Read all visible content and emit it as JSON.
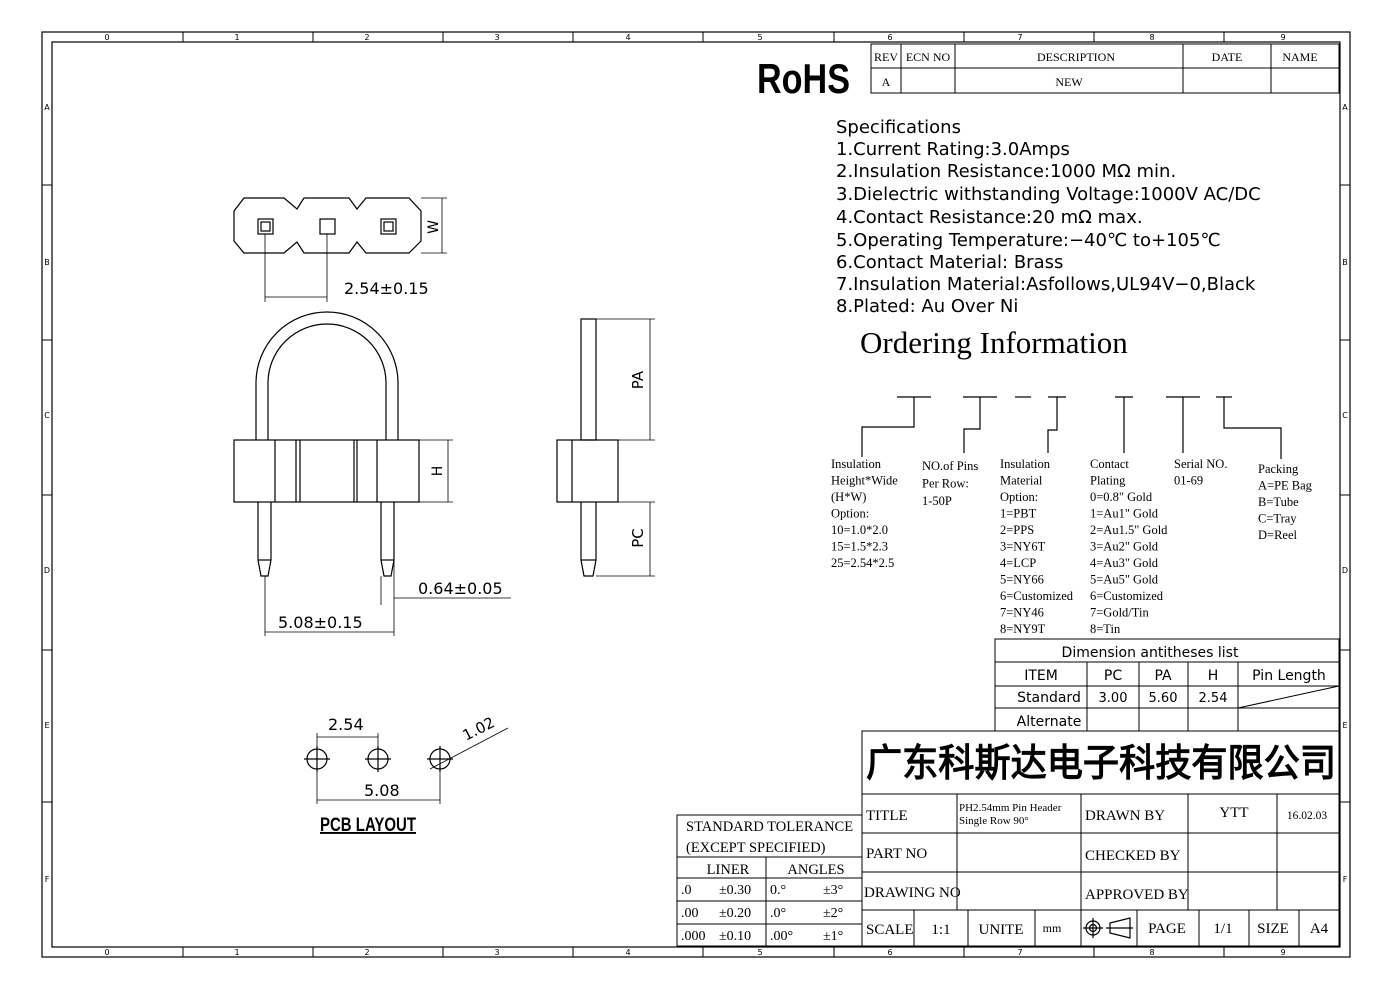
{
  "border": {
    "columns": [
      "0",
      "1",
      "2",
      "3",
      "4",
      "5",
      "6",
      "7",
      "8",
      "9"
    ],
    "rows": [
      "A",
      "B",
      "C",
      "D",
      "E",
      "F"
    ]
  },
  "rohs": "RoHS",
  "revision_table": {
    "headers": [
      "REV",
      "ECN NO",
      "DESCRIPTION",
      "DATE",
      "NAME"
    ],
    "row": [
      "A",
      "",
      "NEW",
      "",
      ""
    ]
  },
  "specifications": {
    "heading": "Specifications",
    "items": [
      "1.Current  Rating:3.0Amps",
      "2.Insulation  Resistance:1000  MΩ  min.",
      "3.Dielectric  withstanding  Voltage:1000V  AC/DC",
      "4.Contact  Resistance:20  mΩ  max.",
      "5.Operating  Temperature:−40℃  to+105℃",
      "6.Contact  Material:  Brass",
      "7.Insulation  Material:Asfollows,UL94V−0,Black",
      "8.Plated:  Au  Over  Ni"
    ]
  },
  "ordering": {
    "heading": "Ordering  Information",
    "groups": [
      {
        "lines": [
          "Insulation",
          "Height*Wide",
          "(H*W)",
          "Option:",
          "10=1.0*2.0",
          "15=1.5*2.3",
          "25=2.54*2.5"
        ]
      },
      {
        "lines": [
          "NO.of Pins",
          "Per Row:",
          "1-50P"
        ]
      },
      {
        "lines": [
          "Insulation",
          "Material",
          "Option:",
          "1=PBT",
          "2=PPS",
          "3=NY6T",
          "4=LCP",
          "5=NY66",
          "6=Customized",
          "7=NY46",
          "8=NY9T"
        ]
      },
      {
        "lines": [
          "Contact",
          "Plating",
          "0=0.8\" Gold",
          "1=Au1\" Gold",
          "2=Au1.5\" Gold",
          "3=Au2\" Gold",
          "4=Au3\" Gold",
          "5=Au5\" Gold",
          "6=Customized",
          "7=Gold/Tin",
          "8=Tin"
        ]
      },
      {
        "lines": [
          "Serial NO.",
          "01-69"
        ]
      },
      {
        "lines": [
          "Packing",
          "A=PE Bag",
          "B=Tube",
          "C=Tray",
          "D=Reel"
        ]
      }
    ]
  },
  "dimensions": {
    "top_pitch": "2.54±0.15",
    "top_w": "W",
    "front_h": "H",
    "front_pin": "0.64±0.05",
    "front_pitch": "5.08±0.15",
    "side_pa": "PA",
    "side_pc": "PC",
    "pcb_pitch1": "2.54",
    "pcb_pitch2": "5.08",
    "pcb_hole": "1.02",
    "pcb_title": "PCB LAYOUT"
  },
  "dim_list": {
    "title": "Dimension antitheses list",
    "headers": [
      "ITEM",
      "PC",
      "PA",
      "H",
      "Pin Length"
    ],
    "rows": [
      [
        "Standard",
        "3.00",
        "5.60",
        "2.54",
        ""
      ],
      [
        "Alternate",
        "",
        "",
        "",
        ""
      ]
    ]
  },
  "company": "广东科斯达电子科技有限公司",
  "tolerance": {
    "title1": "STANDARD  TOLERANCE",
    "title2": "(EXCEPT   SPECIFIED)",
    "liner": "LINER",
    "angles": "ANGLES",
    "rows": [
      [
        ".0",
        "±0.30",
        "0.°",
        "±3°"
      ],
      [
        ".00",
        "±0.20",
        ".0°",
        "±2°"
      ],
      [
        ".000",
        "±0.10",
        ".00°",
        "±1°"
      ]
    ]
  },
  "title_block": {
    "title_label": "TITLE",
    "title_value1": "PH2.54mm Pin Header",
    "title_value2": "Single Row 90°",
    "drawn_label": "DRAWN BY",
    "drawn_value": "YTT",
    "drawn_date": "16.02.03",
    "part_label": "PART NO",
    "checked_label": "CHECKED BY",
    "drawing_label": "DRAWING NO",
    "approved_label": "APPROVED BY",
    "scale_label": "SCALE",
    "scale_value": "1:1",
    "unite_label": "UNITE",
    "unite_value": "mm",
    "page_label": "PAGE",
    "page_value": "1/1",
    "size_label": "SIZE",
    "size_value": "A4"
  }
}
